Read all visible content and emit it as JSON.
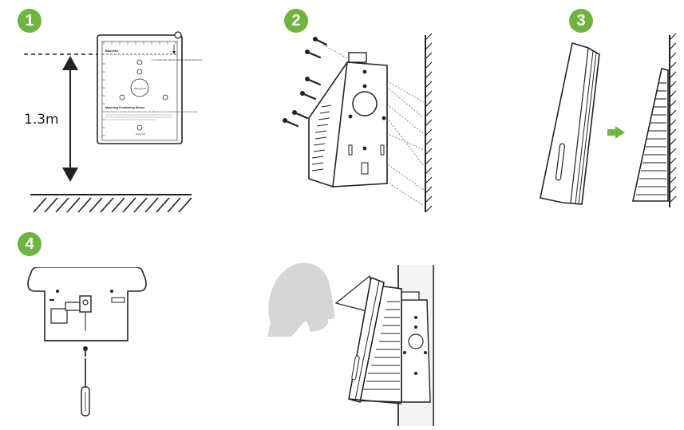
{
  "steps": {
    "step1": "1",
    "step2": "2",
    "step3": "3",
    "step4": "4"
  },
  "step1": {
    "height_label": "1.3m",
    "template": {
      "baseline_label": "Baseline",
      "top_note": "1.3 m below plate, align the baseline with the dashed line",
      "wiring_hole": "Wiring hole",
      "mounting_title": "Mounting Positioning Sticker",
      "mounting_note": "Instructions for mounting: Attach the sticker to the wall, drill holes at the marked positions and insert the plugs.",
      "hole_label": "Fixing hole"
    }
  },
  "colors": {
    "accent": "#6fb43f",
    "line": "#222222",
    "head": "#d6d6d6"
  }
}
